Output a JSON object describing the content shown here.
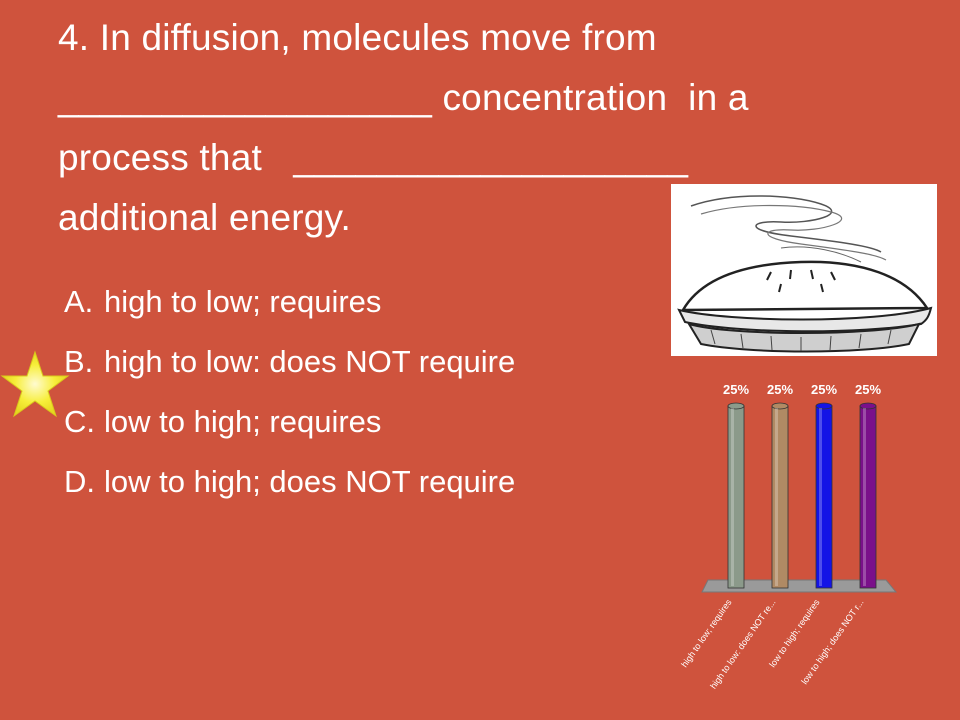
{
  "question": {
    "lines": [
      "4. In diffusion, molecules move from",
      "__________________ concentration  in a",
      "process that   ___________________",
      "additional energy."
    ]
  },
  "answers": [
    {
      "letter": "A.",
      "text": "high to low; requires"
    },
    {
      "letter": "B.",
      "text": "high to low: does NOT require",
      "marked_correct": true
    },
    {
      "letter": "C.",
      "text": "low  to high; requires"
    },
    {
      "letter": "D.",
      "text": "low  to high; does NOT require"
    }
  ],
  "icons": {
    "correct_marker": "star-icon",
    "image": "steaming-pie-illustration"
  },
  "colors": {
    "background": "#cf533d",
    "star": "#f7ee3a"
  },
  "chart_data": {
    "type": "bar",
    "categories": [
      "high to low; requires",
      "high to low: does NOT re...",
      "low  to high; requires",
      "low  to high; does NOT r..."
    ],
    "values": [
      25,
      25,
      25,
      25
    ],
    "data_labels": [
      "25%",
      "25%",
      "25%",
      "25%"
    ],
    "colors": [
      "#8b9a8a",
      "#b08a64",
      "#1414e6",
      "#7a108a"
    ],
    "ylim": [
      0,
      25
    ],
    "grid": false
  }
}
